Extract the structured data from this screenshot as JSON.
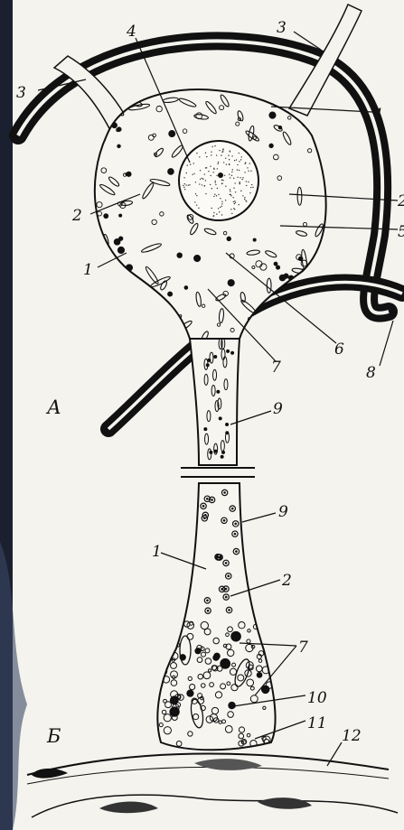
{
  "figure": {
    "part_labels": {
      "A": "А",
      "B": "Б"
    },
    "callouts": [
      "1",
      "2",
      "3",
      "4",
      "5",
      "6",
      "7",
      "8",
      "9",
      "10",
      "11",
      "12"
    ],
    "palette": {
      "paper": "#f4f3ee",
      "ink": "#111111",
      "frame": "#1b2030"
    }
  }
}
